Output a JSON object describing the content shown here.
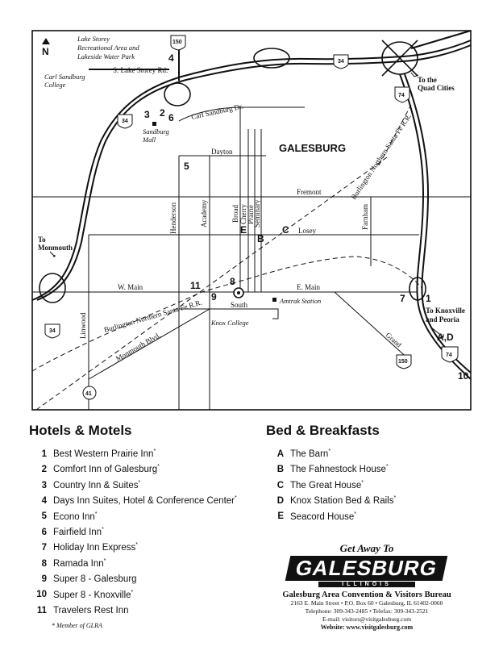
{
  "map": {
    "north": "N",
    "city": "GALESBURG",
    "notes": {
      "lake_storey": [
        "Lake Storey",
        "Recreational Area and",
        "Lakeside Water Park"
      ],
      "carl_sandburg_college": [
        "Carl Sandburg",
        "College"
      ],
      "sandburg_mall": [
        "Sandburg",
        "Mall"
      ],
      "to_quad_cities": [
        "To the",
        "Quad Cities"
      ],
      "to_monmouth": [
        "To",
        "Monmouth"
      ],
      "to_knoxville": [
        "To Knoxville",
        "and Peoria"
      ],
      "amtrak": "Amtrak Station",
      "knox_college": "Knox College"
    },
    "streets": {
      "lake_storey_rd": "S. Lake Storey Rd.",
      "carl_sandburg_dr": "Carl Sandburg Dr.",
      "dayton": "Dayton",
      "fremont": "Fremont",
      "losey": "Losey",
      "w_main": "W. Main",
      "e_main": "E. Main",
      "south": "South",
      "henderson": "Henderson",
      "academy": "Academy",
      "broad": "Broad",
      "cherry": "Cherry",
      "prairie": "Prairie",
      "seminary": "Seminary",
      "farnham": "Farnham",
      "linwood": "Linwood",
      "monmouth_blvd": "Monmouth Blvd.",
      "grand": "Grand",
      "railroad_1": "Burlington Northern Santa Fe R.R.",
      "railroad_2": "Burlington Northern Santa Fe R.R."
    },
    "shields": {
      "us150_top": "150",
      "us34_top": "34",
      "us34_left": "34",
      "i74_top": "74",
      "us34_bottom": "34",
      "us150_bottom": "150",
      "i74_bottom": "74",
      "rt41": "41"
    },
    "markers": {
      "m4": "4",
      "m3": "3",
      "m2": "2",
      "m6": "6",
      "m5": "5",
      "m11": "11",
      "m8": "8",
      "m9": "9",
      "m7": "7",
      "m1": "1",
      "m10": "10",
      "mE": "E",
      "mB": "B",
      "mC": "C",
      "mAD": "A,D"
    }
  },
  "hotels": {
    "heading": "Hotels & Motels",
    "items": [
      {
        "key": "1",
        "name": "Best Western Prairie Inn",
        "star": "*"
      },
      {
        "key": "2",
        "name": "Comfort Inn of Galesburg",
        "star": "*"
      },
      {
        "key": "3",
        "name": "Country Inn & Suites",
        "star": "*"
      },
      {
        "key": "4",
        "name": "Days Inn Suites, Hotel & Conference Center",
        "star": "*"
      },
      {
        "key": "5",
        "name": "Econo Inn",
        "star": "*"
      },
      {
        "key": "6",
        "name": "Fairfield Inn",
        "star": "*"
      },
      {
        "key": "7",
        "name": "Holiday Inn Express",
        "star": "*"
      },
      {
        "key": "8",
        "name": "Ramada Inn",
        "star": "*"
      },
      {
        "key": "9",
        "name": "Super 8 - Galesburg",
        "star": ""
      },
      {
        "key": "10",
        "name": "Super 8 - Knoxville",
        "star": "*"
      },
      {
        "key": "11",
        "name": "Travelers Rest Inn",
        "star": ""
      }
    ]
  },
  "bnb": {
    "heading": "Bed & Breakfasts",
    "items": [
      {
        "key": "A",
        "name": "The Barn",
        "star": "*"
      },
      {
        "key": "B",
        "name": "The Fahnestock House",
        "star": "*"
      },
      {
        "key": "C",
        "name": "The Great House",
        "star": "*"
      },
      {
        "key": "D",
        "name": "Knox Station Bed & Rails",
        "star": "*"
      },
      {
        "key": "E",
        "name": "Seacord House",
        "star": "*"
      }
    ]
  },
  "member_note": "* Member of GLRA",
  "brand": {
    "tagline": "Get Away To",
    "logo": "GALESBURG",
    "state": "ILLINOIS",
    "bureau": "Galesburg Area Convention & Visitors Bureau",
    "address": "2163 E. Main Street  •  P.O. Box 60  •  Galesburg, IL 61402-0060",
    "phones": "Telephone: 309-343-2485  •  Telefax: 309-343-2521",
    "email": "E-mail: visitors@visitgalesburg.com",
    "website": "Website: www.visitgalesburg.com"
  }
}
